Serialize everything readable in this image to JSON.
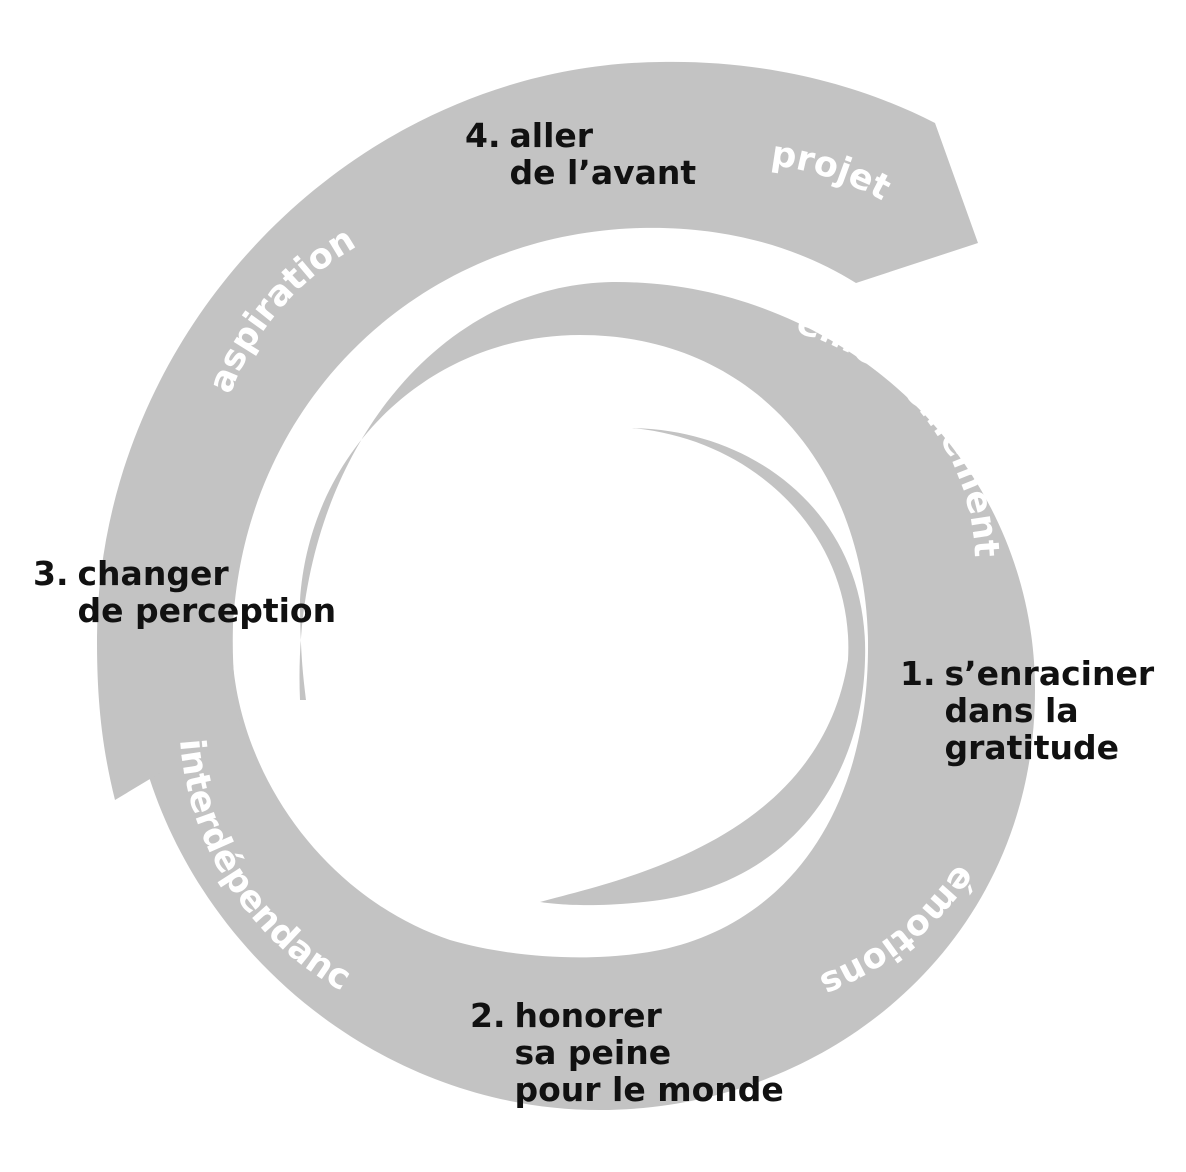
{
  "colors": {
    "band": "#c3c3c3",
    "band_text": "#ffffff",
    "step_text": "#111111",
    "background": "#ffffff"
  },
  "band_labels": {
    "emerveillement": "émerveillement",
    "emotions": "émotions",
    "interdependance": "interdépendance",
    "aspirations": "aspirations",
    "projets": "projets"
  },
  "steps": [
    {
      "number": "1.",
      "lines": [
        "s’enraciner",
        "dans la",
        "gratitude"
      ]
    },
    {
      "number": "2.",
      "lines": [
        "honorer",
        "sa peine",
        "pour le monde"
      ]
    },
    {
      "number": "3.",
      "lines": [
        "changer",
        "de perception"
      ]
    },
    {
      "number": "4.",
      "lines": [
        "aller",
        "de l’avant"
      ]
    }
  ]
}
